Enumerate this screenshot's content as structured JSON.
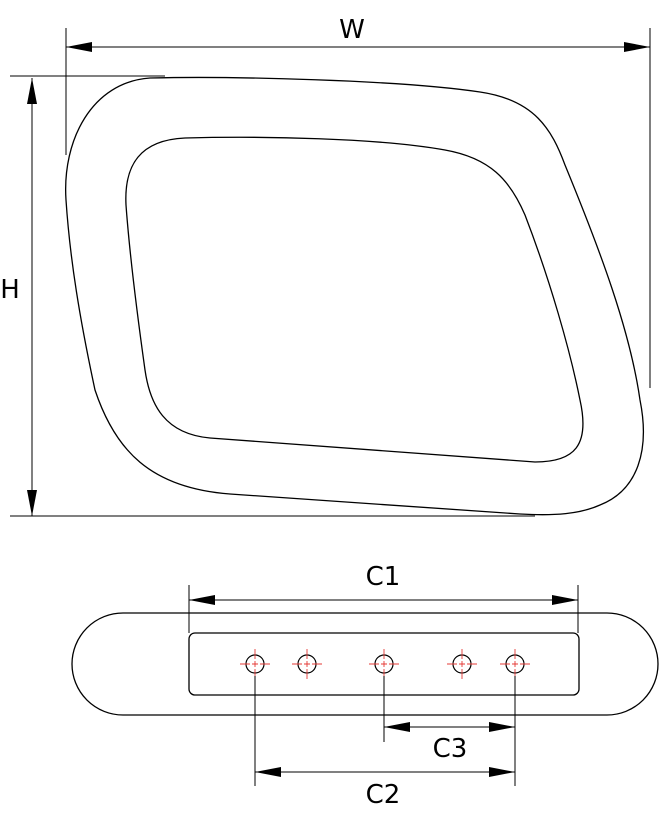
{
  "drawing": {
    "top_view": {
      "width_label": "W",
      "height_label": "H"
    },
    "side_view": {
      "dim_c1_label": "C1",
      "dim_c2_label": "C2",
      "dim_c3_label": "C3",
      "hole_count": 5
    },
    "colors": {
      "line": "#000000",
      "center_mark": "#e53935",
      "background": "#ffffff"
    }
  }
}
